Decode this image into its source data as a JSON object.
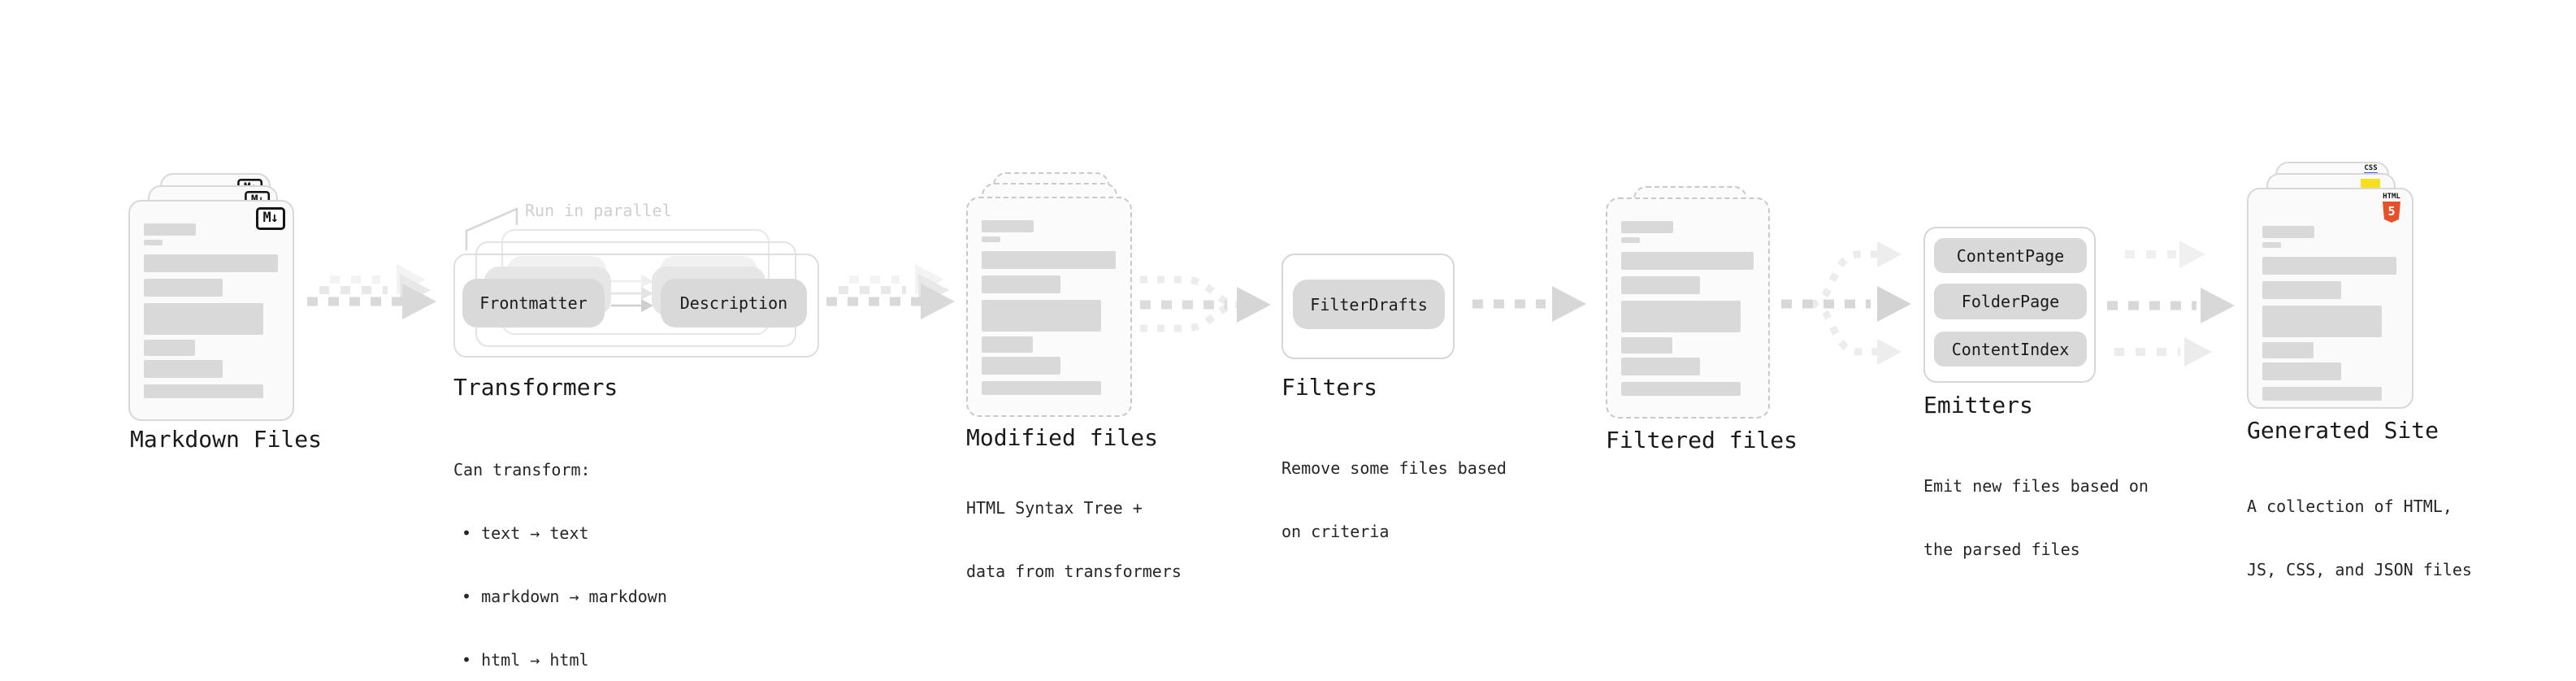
{
  "stages": {
    "markdown": {
      "title": "Markdown Files",
      "badge": "M↓"
    },
    "transformers": {
      "title": "Transformers",
      "annotation": "Run in parallel",
      "pill_left": "Frontmatter",
      "pill_right": "Description",
      "desc_intro": "Can transform:",
      "bullets": [
        "• text → text",
        "• markdown → markdown",
        "• html → html"
      ]
    },
    "modified": {
      "title": "Modified files",
      "desc": [
        "HTML Syntax Tree +",
        "data from transformers"
      ]
    },
    "filters": {
      "title": "Filters",
      "pill": "FilterDrafts",
      "desc": [
        "Remove some files based",
        "on criteria"
      ]
    },
    "filtered": {
      "title": "Filtered files"
    },
    "emitters": {
      "title": "Emitters",
      "pills": [
        "ContentPage",
        "FolderPage",
        "ContentIndex"
      ],
      "desc": [
        "Emit new files based on",
        "the parsed files"
      ]
    },
    "generated": {
      "title": "Generated Site",
      "desc": [
        "A collection of HTML,",
        "JS, CSS, and JSON files"
      ],
      "css_badge": "CSS",
      "html_badge_label": "HTML",
      "html_badge_number": "5"
    }
  },
  "colors": {
    "card_background": "#FAFAFA",
    "card_border": "#D8D8D8",
    "dashed_border": "#C9C9C9",
    "pill_gray": "#D9D9D9",
    "arrow_gray": "#D9D9D9",
    "arrow_ghost": "#ECECEC",
    "annotation_gray": "#CFCFCF",
    "text_dark": "#1A1A1A",
    "html5_orange": "#E8502A",
    "js_yellow": "#F7DF1E",
    "css_blue": "#2965F1"
  }
}
